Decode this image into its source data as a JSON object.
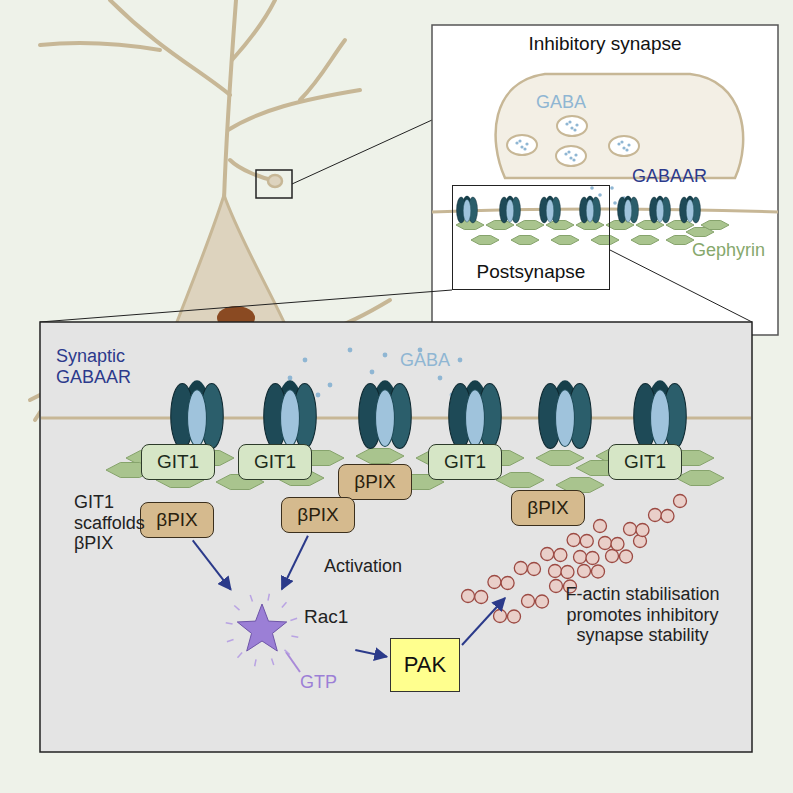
{
  "diagram": {
    "nodes": [
      {
        "text": [
          "Inhibitory synapse"
        ]
      },
      {
        "text": [
          "Postsynapse"
        ],
        "in": 0
      },
      {
        "text": [
          "GIT1"
        ]
      },
      {
        "text": [
          "GIT1"
        ]
      },
      {
        "text": [
          "βPIX"
        ]
      },
      {
        "text": [
          "GIT1"
        ]
      },
      {
        "text": [
          "GIT1"
        ]
      },
      {
        "text": [
          "βPIX"
        ]
      },
      {
        "text": [
          "βPIX"
        ]
      },
      {
        "text": [
          "βPIX"
        ]
      },
      {
        "text": [
          "Rac1"
        ]
      },
      {
        "text": [
          "PAK"
        ]
      }
    ],
    "edges": [
      {
        "from": 7,
        "to": 10,
        "arrow": "to"
      },
      {
        "from": 8,
        "to": 10,
        "label": "Activation",
        "arrow": "to"
      },
      {
        "from": 10,
        "to": 11,
        "arrow": "to"
      }
    ],
    "labels": [
      "GABA",
      "GABAAR",
      "Gephyrin",
      "Synaptic GABAAR",
      "GABA",
      "GIT1 scaffolds βPIX",
      "GTP",
      "F-actin stabilisation promotes inhibitory synapse stability"
    ]
  }
}
